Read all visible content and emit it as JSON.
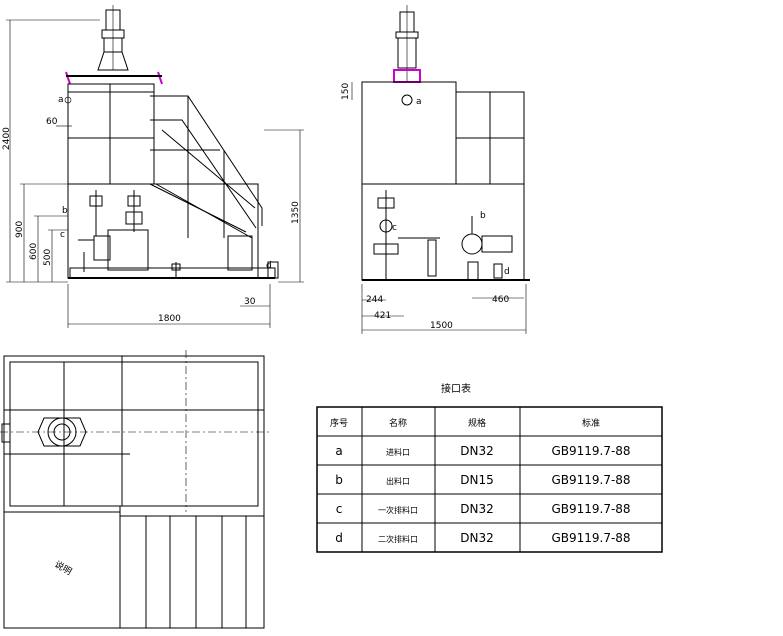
{
  "dimensions": {
    "total_height": "2400",
    "d60": "60",
    "d900": "900",
    "d600": "600",
    "d500": "500",
    "d1350": "1350",
    "d1800": "1800",
    "d30": "30",
    "d150": "150",
    "d244": "244",
    "d421": "421",
    "d1500": "1500",
    "d460": "460"
  },
  "markers": {
    "a": "a",
    "b": "b",
    "c": "c",
    "d": "d"
  },
  "table": {
    "title": "接口表",
    "headers": [
      "序号",
      "名称",
      "规格",
      "标准"
    ],
    "rows": [
      {
        "id": "a",
        "name": "进料口",
        "size": "DN32",
        "std": "GB9119.7-88"
      },
      {
        "id": "b",
        "name": "出料口",
        "size": "DN15",
        "std": "GB9119.7-88"
      },
      {
        "id": "c",
        "name": "一次排料口",
        "size": "DN32",
        "std": "GB9119.7-88"
      },
      {
        "id": "d",
        "name": "二次排料口",
        "size": "DN32",
        "std": "GB9119.7-88"
      }
    ]
  },
  "plan_note": "说明"
}
